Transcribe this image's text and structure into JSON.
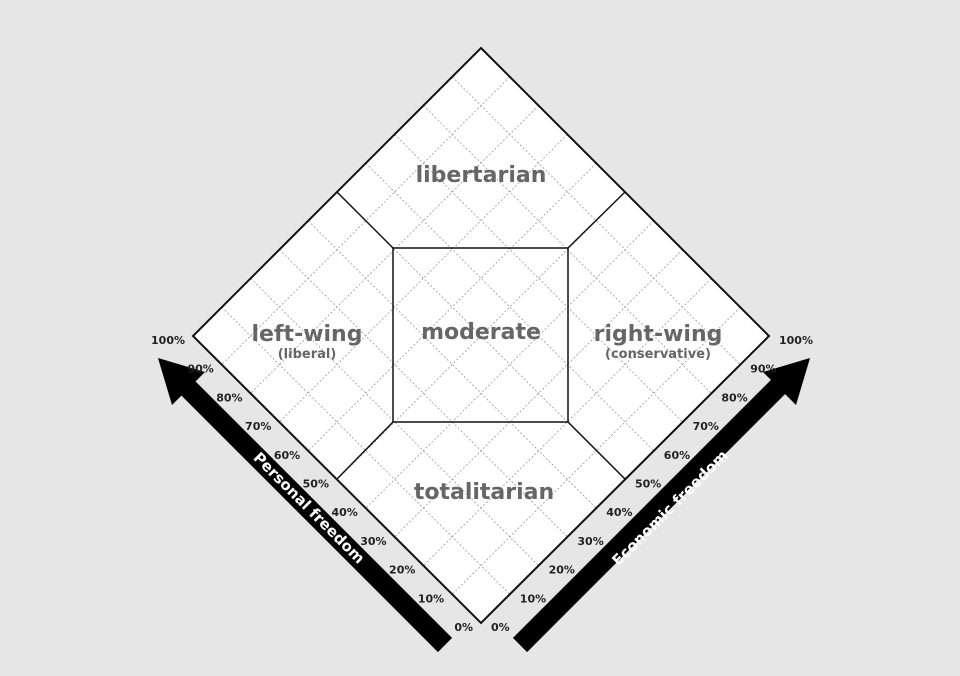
{
  "regions": {
    "top": "libertarian",
    "center": "moderate",
    "left": "left-wing",
    "left_sub": "(liberal)",
    "right": "right-wing",
    "right_sub": "(conservative)",
    "bottom": "totalitarian"
  },
  "axes": {
    "left_label": "Personal freedom",
    "right_label": "Economic freedom",
    "ticks": [
      "0%",
      "10%",
      "20%",
      "30%",
      "40%",
      "50%",
      "60%",
      "70%",
      "80%",
      "90%",
      "100%"
    ]
  },
  "colors": {
    "background": "#e6e6e6",
    "chart": "#ffffff",
    "line": "#111111",
    "text": "#666666"
  }
}
